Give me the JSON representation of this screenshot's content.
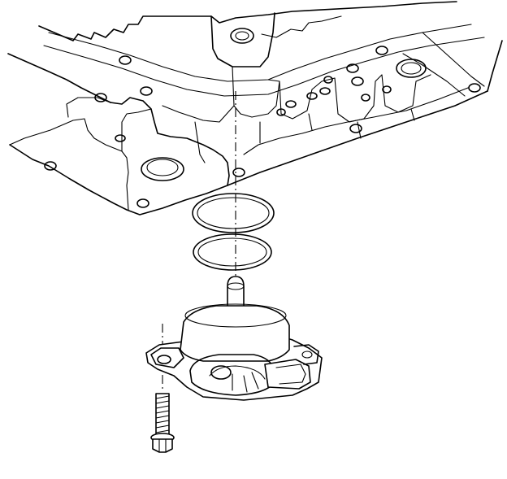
{
  "figure": {
    "kind": "exploded-view-line-drawing",
    "stroke_color": "#000000",
    "background_color": "#ffffff",
    "parts": [
      "housing",
      "seal-ring-upper",
      "seal-ring-lower",
      "filter-assembly",
      "bolt"
    ]
  }
}
